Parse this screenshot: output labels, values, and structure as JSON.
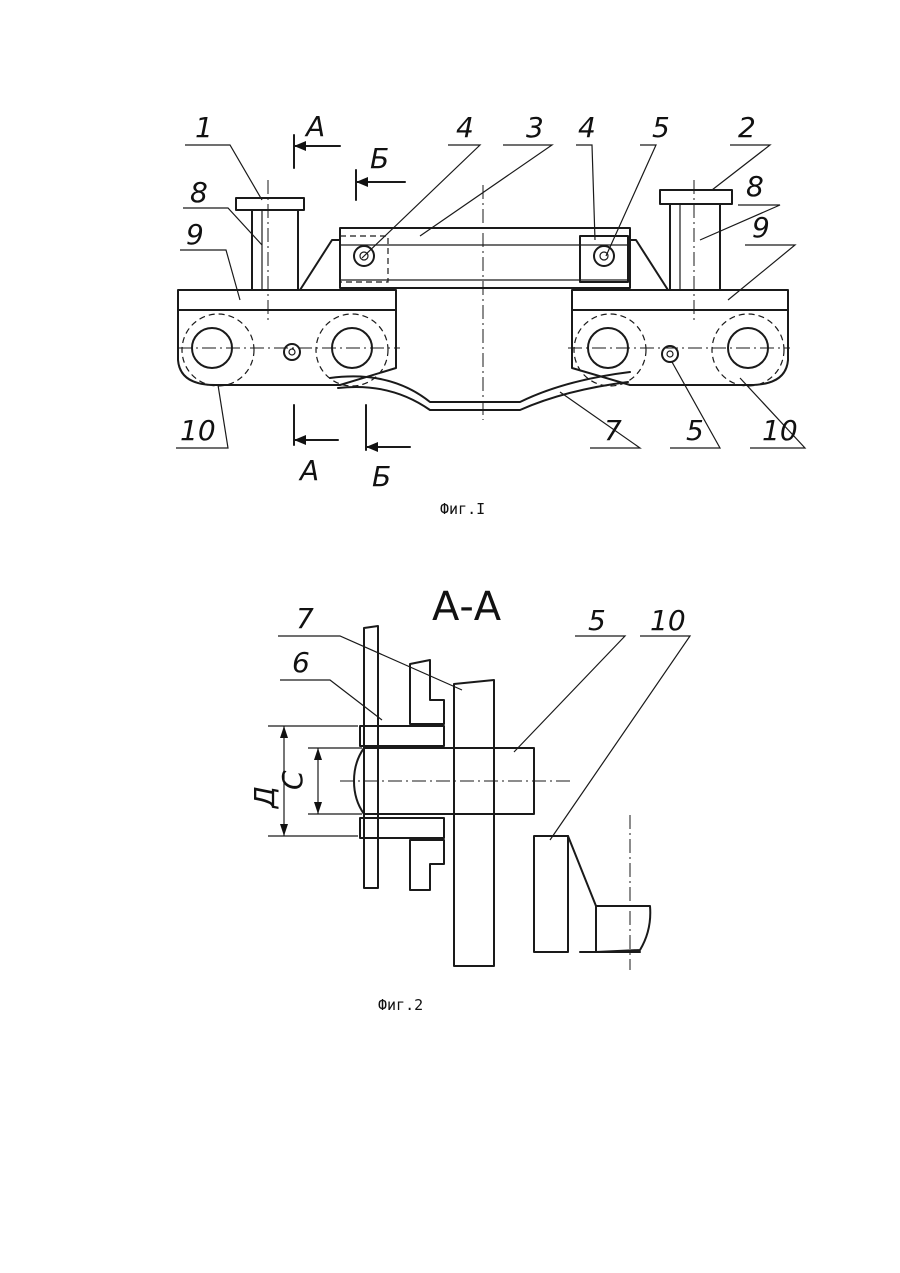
{
  "figure1": {
    "caption": "Фиг.I",
    "labels": {
      "l1": "1",
      "l2": "2",
      "l3": "3",
      "l4a": "4",
      "l4b": "4",
      "l5a": "5",
      "l5b": "5",
      "l7": "7",
      "l8a": "8",
      "l8b": "8",
      "l9a": "9",
      "l9b": "9",
      "l10a": "10",
      "l10b": "10"
    },
    "section_marks": {
      "a_top": "А",
      "a_bottom": "А",
      "b_top": "Б",
      "b_bottom": "Б"
    }
  },
  "figure2": {
    "caption": "Фиг.2",
    "section_title": "А-А",
    "labels": {
      "l5": "5",
      "l6": "6",
      "l7": "7",
      "l10": "10"
    },
    "dimensions": {
      "d": "Д",
      "c": "С"
    }
  }
}
